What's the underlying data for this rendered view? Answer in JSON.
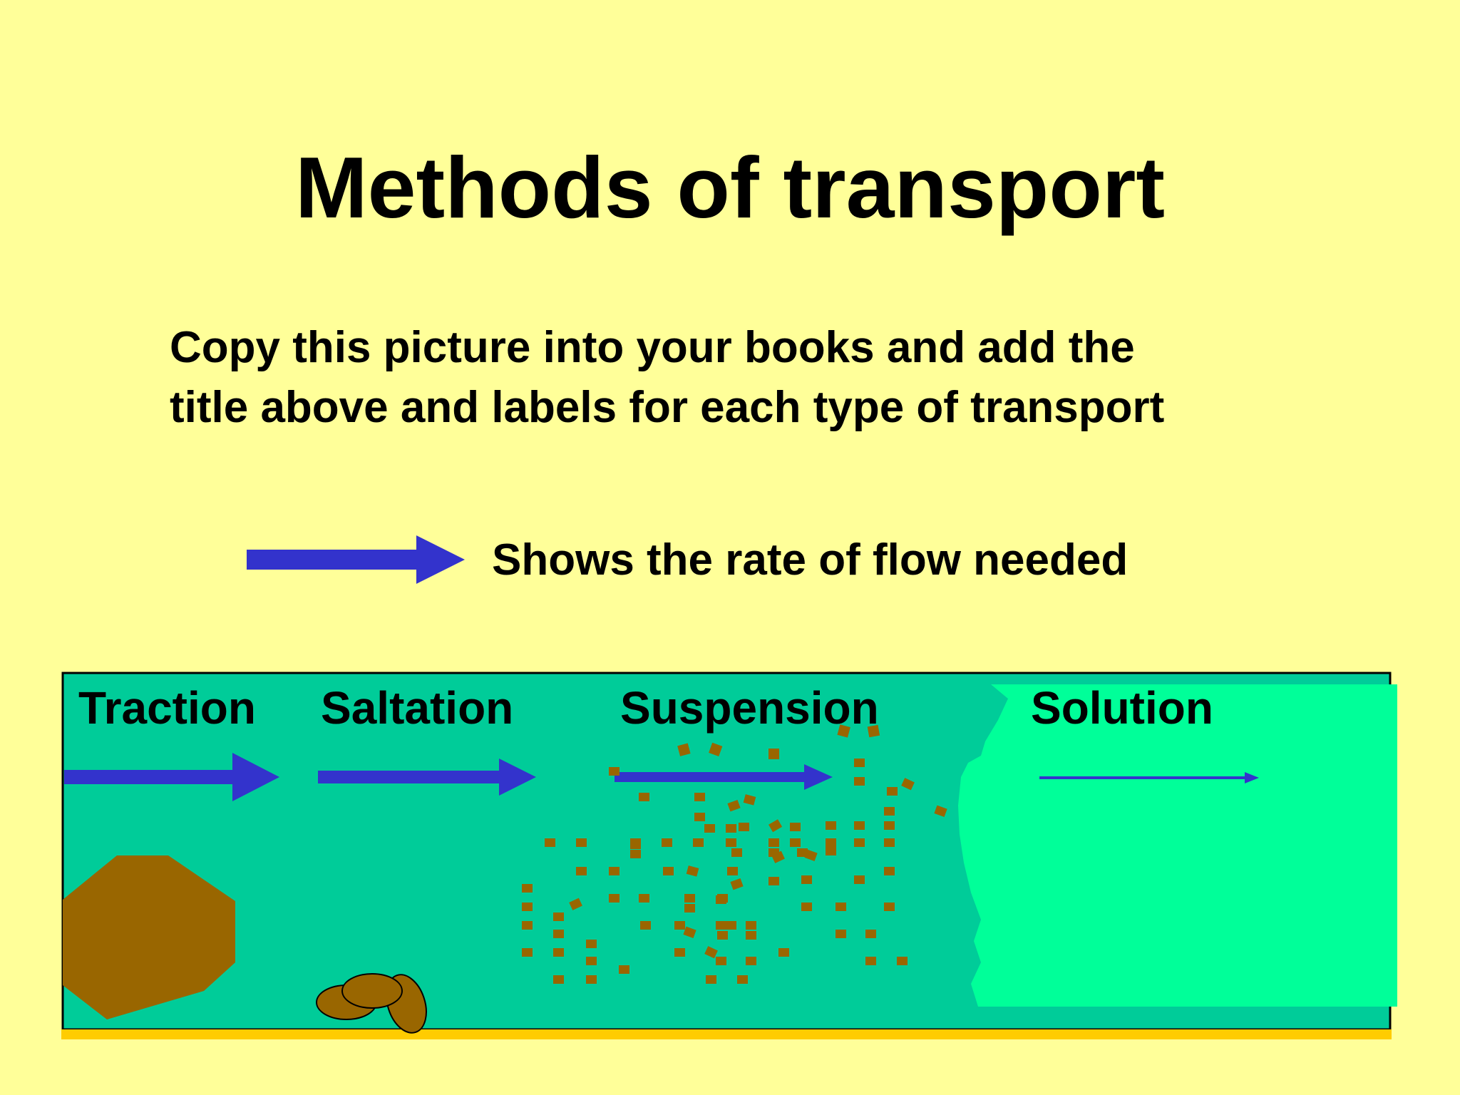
{
  "slide": {
    "title": "Methods of transport",
    "instruction_line1": "Copy this picture into your books and add the",
    "instruction_line2": "title above and labels for each type of transport",
    "legend_text": "Shows the rate of flow needed"
  },
  "labels": {
    "traction": "Traction",
    "saltation": "Saltation",
    "suspension": "Suspension",
    "solution": "Solution"
  },
  "colors": {
    "background": "#ffff99",
    "river_water": "#00cc99",
    "solution_water": "#00ff99",
    "river_bed": "#ffcc00",
    "arrow": "#3333cc",
    "sediment": "#996600"
  },
  "icons": {
    "flow_arrow": "right-arrow",
    "boulder": "brown-polygon",
    "pebbles": "brown-ovals",
    "particles": "brown-squares"
  }
}
